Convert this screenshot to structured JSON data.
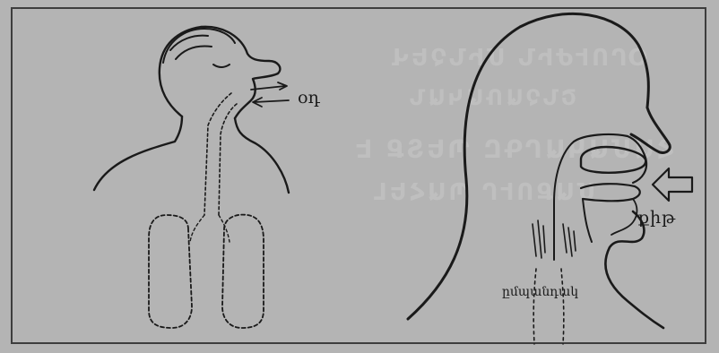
{
  "labels": {
    "air": "օդ",
    "nose": "քիթ",
    "throat": "ըմպանդակ"
  },
  "colors": {
    "background": "#b4b4b4",
    "ink": "#1a1a1a",
    "frame": "#3d3d3d"
  }
}
